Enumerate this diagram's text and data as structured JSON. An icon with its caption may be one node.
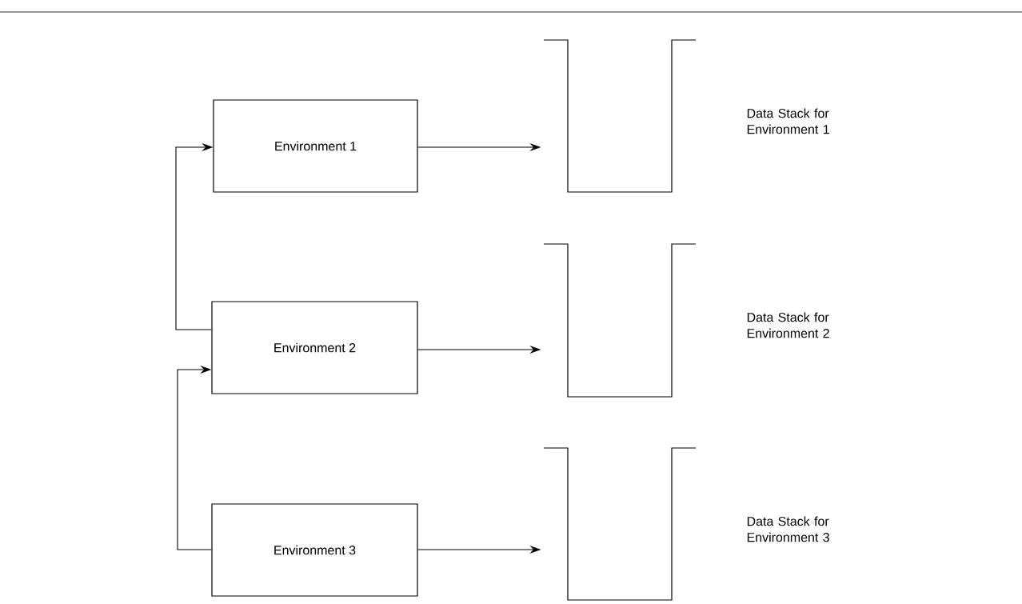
{
  "diagram": {
    "nodes": [
      {
        "text": [
          "Environment 1"
        ]
      },
      {
        "text": [
          "Environment 2"
        ]
      },
      {
        "text": [
          "Environment 3"
        ]
      },
      {
        "text": [],
        "shape": "box"
      },
      {
        "text": [],
        "shape": "box"
      },
      {
        "text": [],
        "shape": "box"
      }
    ],
    "edges": [
      {
        "from": 0,
        "to": 3,
        "arrow": "to"
      },
      {
        "from": 1,
        "to": 0,
        "arrow": "to"
      },
      {
        "from": 1,
        "to": 4,
        "arrow": "to"
      },
      {
        "from": 2,
        "to": 1,
        "arrow": "to"
      },
      {
        "from": 2,
        "to": 5,
        "arrow": "to"
      }
    ],
    "labels": [
      "Data Stack for Environment 1",
      "Data Stack for Environment 2",
      "Data Stack for Environment 3"
    ]
  }
}
